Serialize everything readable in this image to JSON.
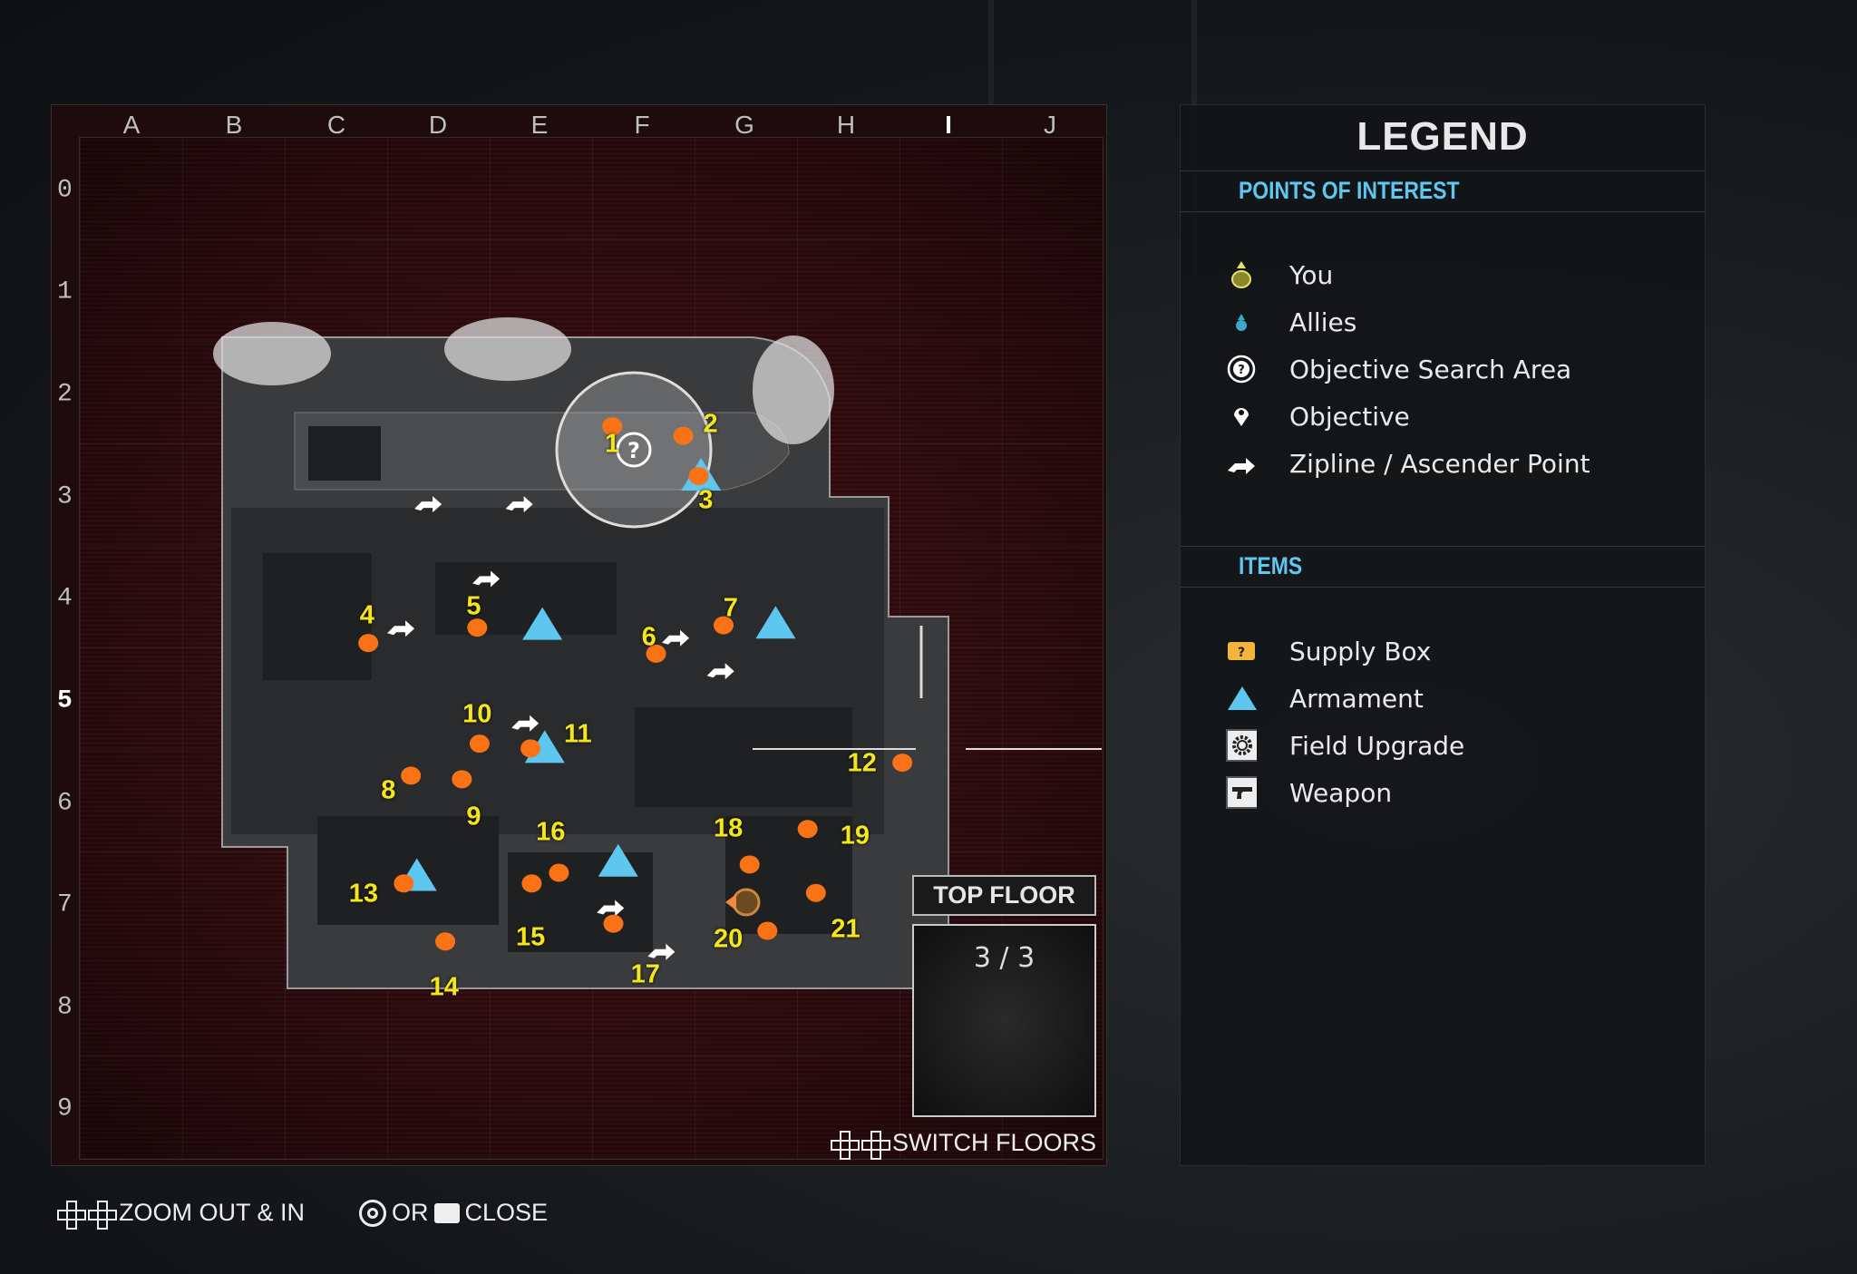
{
  "map": {
    "columns": [
      "A",
      "B",
      "C",
      "D",
      "E",
      "F",
      "G",
      "H",
      "I",
      "J"
    ],
    "rows": [
      "0",
      "1",
      "2",
      "3",
      "4",
      "5",
      "6",
      "7",
      "8",
      "9"
    ],
    "active_row": "5",
    "active_column": "I",
    "markers": [
      "1",
      "2",
      "3",
      "4",
      "5",
      "6",
      "7",
      "8",
      "9",
      "10",
      "11",
      "12",
      "13",
      "14",
      "15",
      "16",
      "17",
      "18",
      "19",
      "20",
      "21"
    ],
    "marker_color": "#f4e61a",
    "dot_color": "#f97316"
  },
  "floor": {
    "label": "TOP FLOOR",
    "current": "3 / 3",
    "switch_label": "SWITCH FLOORS"
  },
  "legend": {
    "title": "LEGEND",
    "poi_header": "POINTS OF INTEREST",
    "poi": [
      {
        "icon": "you-icon",
        "label": "You"
      },
      {
        "icon": "allies-icon",
        "label": "Allies"
      },
      {
        "icon": "objective-search-area-icon",
        "label": "Objective Search Area"
      },
      {
        "icon": "objective-pin-icon",
        "label": "Objective"
      },
      {
        "icon": "zipline-icon",
        "label": "Zipline / Ascender Point"
      }
    ],
    "items_header": "ITEMS",
    "items": [
      {
        "icon": "supply-box-icon",
        "label": "Supply Box"
      },
      {
        "icon": "armament-icon",
        "label": "Armament"
      },
      {
        "icon": "field-upgrade-icon",
        "label": "Field Upgrade"
      },
      {
        "icon": "weapon-icon",
        "label": "Weapon"
      }
    ],
    "header_color": "#5ec7f0"
  },
  "controls": {
    "zoom": "ZOOM OUT & IN",
    "or": "OR",
    "close": "CLOSE"
  }
}
